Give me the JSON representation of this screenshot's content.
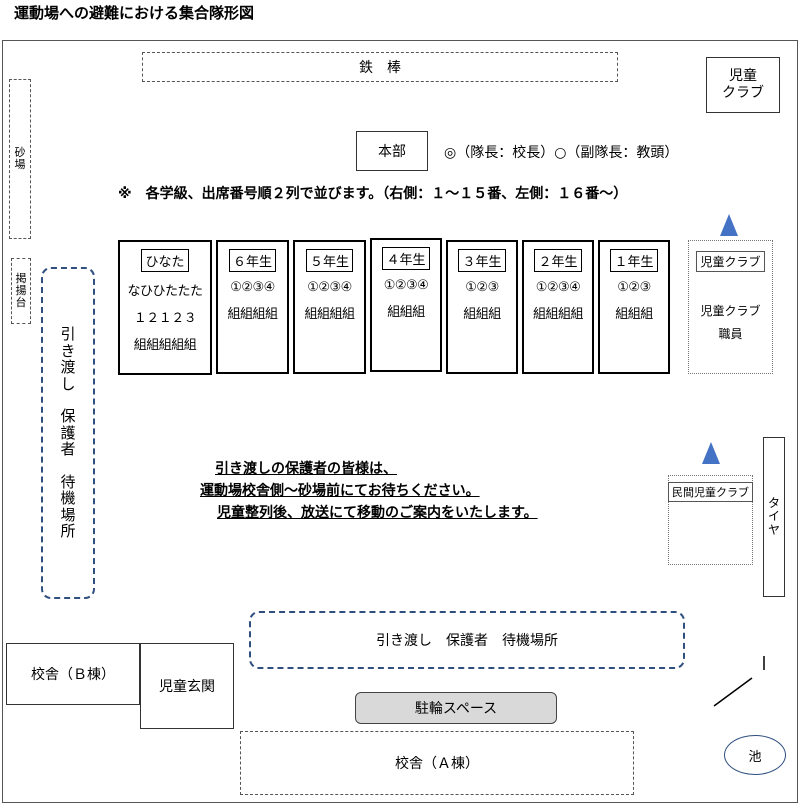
{
  "title": "運動場への避難における集合隊形図",
  "iron_bar": "鉄　棒",
  "kids_club_top": "児童\nクラブ",
  "sandbox": "砂場",
  "keijidai": "掲揚台",
  "honbu": "本部",
  "leaders": "◎（隊長：校長）○（副隊長：教頭）",
  "lineup_note": "※　各学級、出席番号順２列で並びます。（右側：１～１５番、左側：１６番～）",
  "classes": [
    {
      "name": "ひなた",
      "line1": "なひひたたた",
      "line2": "１２１２３",
      "line3": "組組組組組"
    },
    {
      "name": "６年生",
      "line1": "①②③④",
      "line2": "組組組組"
    },
    {
      "name": "５年生",
      "line1": "①②③④",
      "line2": "組組組組"
    },
    {
      "name": "４年生",
      "line1": "①②③④",
      "line2": "組組組"
    },
    {
      "name": "３年生",
      "line1": "①②③",
      "line2": "組組組"
    },
    {
      "name": "２年生",
      "line1": "①②③④",
      "line2": "組組組組"
    },
    {
      "name": "１年生",
      "line1": "①②③",
      "line2": "組組組"
    }
  ],
  "kids_club_area": {
    "head": "児童クラブ",
    "line1": "児童クラブ",
    "line2": "職員"
  },
  "private_club": "民間児童クラブ",
  "tire": "タイヤ",
  "wait_left": "引き渡し　保護者　待機場所",
  "guide": {
    "line1": "引き渡しの保護者の皆様は、",
    "line2": "運動場校舎側～砂場前にてお待ちください。",
    "line3": "児童整列後、放送にて移動のご案内をいたします。"
  },
  "wait_bottom": "引き渡し　保護者　待機場所",
  "building_b": "校舎（Ｂ棟）",
  "entrance": "児童玄関",
  "bicycle": "駐輪スペース",
  "building_a": "校舎（Ａ棟）",
  "pond": "池",
  "colors": {
    "arrow": "#4472c4",
    "wait_border": "#2f4f7f",
    "bicycle_fill": "#d9d9d9"
  }
}
